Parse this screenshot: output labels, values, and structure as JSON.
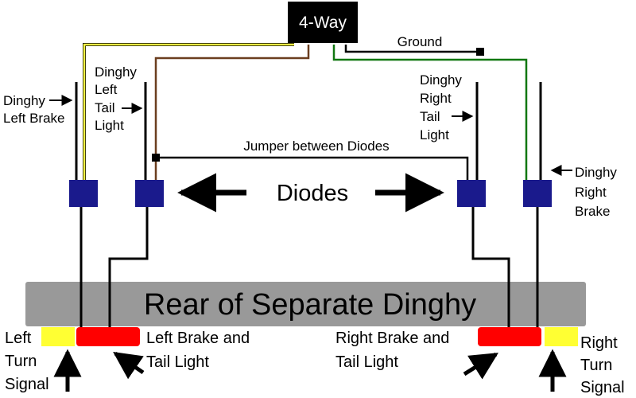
{
  "title_box": {
    "label": "4-Way"
  },
  "wire_labels": {
    "ground": "Ground",
    "jumper": "Jumper between Diodes"
  },
  "diodes_label": "Diodes",
  "rear_bar_label": "Rear of Separate Dinghy",
  "dinghy_left_brake": [
    "Dinghy",
    "Left Brake"
  ],
  "dinghy_left_tail": [
    "Dinghy",
    "Left",
    "Tail",
    "Light"
  ],
  "dinghy_right_tail": [
    "Dinghy",
    "Right",
    "Tail",
    "Light"
  ],
  "dinghy_right_brake": [
    "Dinghy",
    "Right",
    "Brake"
  ],
  "left_turn": [
    "Left",
    "Turn",
    "Signal"
  ],
  "left_brake_tail": [
    "Left Brake and",
    "Tail Light"
  ],
  "right_brake_tail": [
    "Right Brake and",
    "Tail Light"
  ],
  "right_turn": [
    "Right",
    "Turn",
    "Signal"
  ],
  "colors": {
    "yellow_wire": "#ffff44",
    "brown_wire": "#6b3e1f",
    "green_wire": "#117711",
    "diode": "#1a1a8c",
    "rear_bar": "#999999",
    "turn_lamp": "#ffff33",
    "brake_lamp": "#ff0000"
  },
  "icons": [
    "arrow-icon"
  ]
}
